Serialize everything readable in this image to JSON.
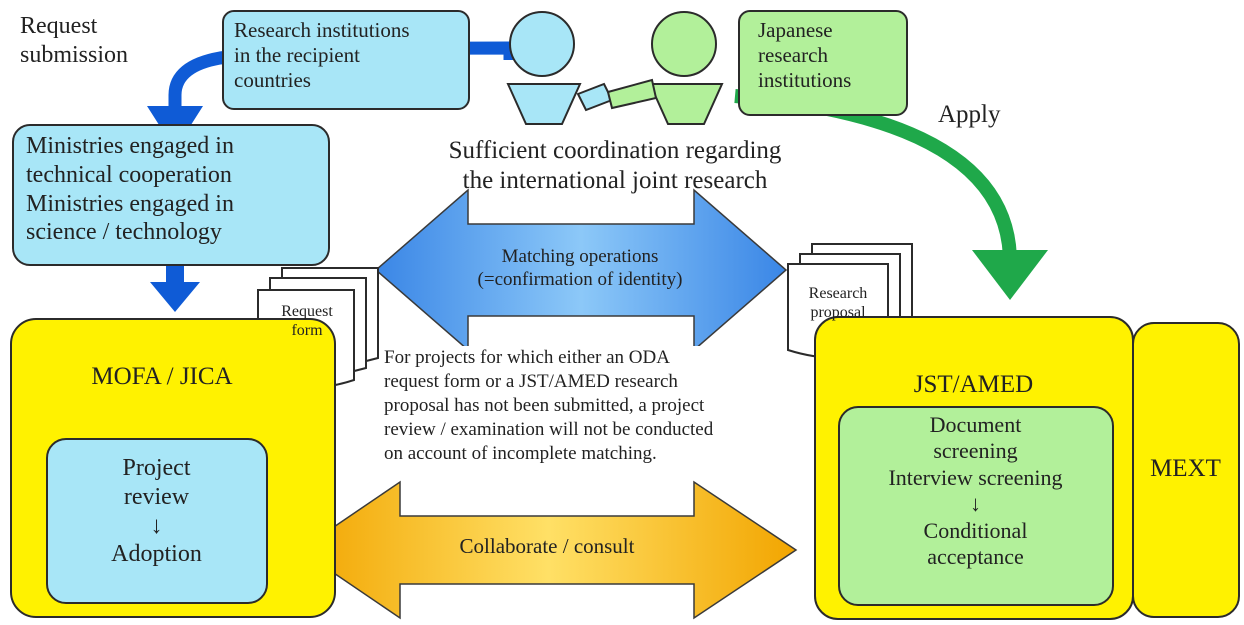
{
  "colors": {
    "cyan_box": "#a8e6f7",
    "green_box": "#b2f09a",
    "yellow_box": "#fff200",
    "blue_arrow": "#0f5bd6",
    "green_arrow": "#1fa84a",
    "matching_arrow": "#5aaaf0",
    "collaborate_arrow": "#f5b400"
  },
  "labels": {
    "request_submission": "Request\nsubmission",
    "apply": "Apply",
    "coordination": "Sufficient coordination regarding\nthe international joint research"
  },
  "boxes": {
    "recipient_institutions": "Research institutions\nin the recipient\ncountries",
    "japanese_institutions": "Japanese\nresearch\ninstitutions",
    "ministries": "Ministries engaged in\ntechnical cooperation\nMinistries engaged in\nscience / technology",
    "mofa_jica": "MOFA / JICA",
    "project_review": "Project\nreview\n↓\nAdoption",
    "jst_amed": "JST/AMED",
    "screening": "Document\nscreening\nInterview screening\n↓\nConditional\nacceptance",
    "mext": "MEXT"
  },
  "documents": {
    "request_form": "Request\nform",
    "research_proposal": "Research\nproposal"
  },
  "arrows": {
    "matching": "Matching operations\n(=confirmation of identity)",
    "collaborate": "Collaborate / consult"
  },
  "note": "For projects for which either an ODA\nrequest form or a JST/AMED research\nproposal has not been submitted, a project\nreview / examination will not be conducted\non account of incomplete matching."
}
